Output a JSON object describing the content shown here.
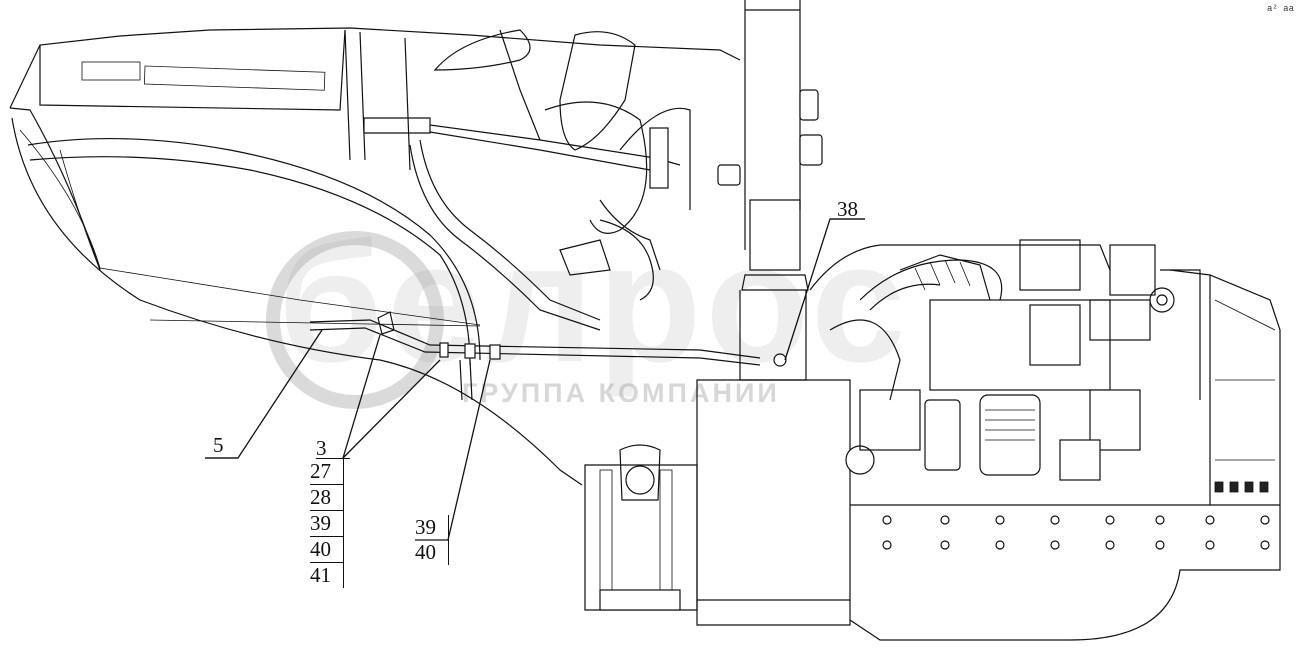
{
  "diagram": {
    "watermark": {
      "logo": "белрос",
      "text": "ГРУППА КОМПАНИИ"
    },
    "corner_mark": "a²  aa",
    "callouts": {
      "c5": "5",
      "c38": "38",
      "group_left": [
        "3",
        "27",
        "28",
        "39",
        "40",
        "41"
      ],
      "group_right": [
        "39",
        "40"
      ]
    }
  }
}
